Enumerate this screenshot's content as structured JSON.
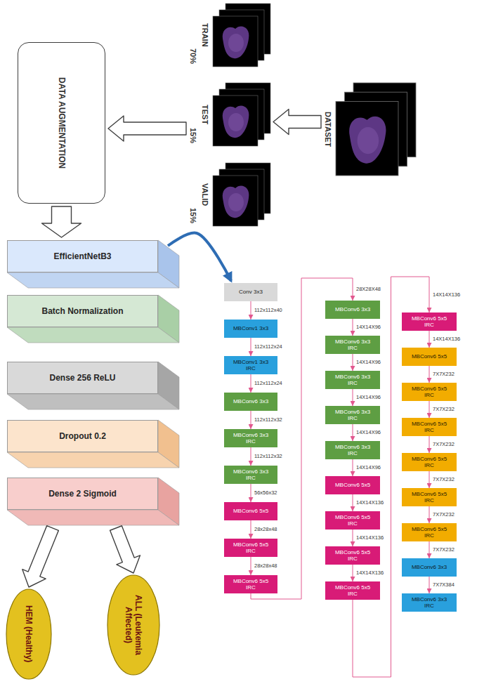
{
  "diagram": {
    "nodes": [
      {
        "text": [
          "DATASET"
        ]
      },
      {
        "text": [
          "TRAIN",
          "70%"
        ]
      },
      {
        "text": [
          "TEST",
          "15%"
        ]
      },
      {
        "text": [
          "VALID",
          "15%"
        ]
      },
      {
        "text": [
          "DATA AUGMENTATION"
        ]
      },
      {
        "text": [
          "EfficientNetB3"
        ]
      },
      {
        "text": [
          "Batch Normalization"
        ]
      },
      {
        "text": [
          "Dense 256 ReLU"
        ]
      },
      {
        "text": [
          "Dropout 0.2"
        ]
      },
      {
        "text": [
          "Dense 2 Sigmoid"
        ]
      },
      {
        "text": [
          "HEM (Healthy)"
        ]
      },
      {
        "text": [
          "ALL (Leukemia Affected)"
        ]
      },
      {
        "text": [
          "Conv 3x3"
        ]
      },
      {
        "text": [
          "MBConv1 3x3"
        ]
      },
      {
        "text": [
          "MBConv1 3x3 IRC"
        ]
      },
      {
        "text": [
          "MBConv6 3x3"
        ]
      },
      {
        "text": [
          "MBConv6 3x3 IRC"
        ]
      },
      {
        "text": [
          "MBConv6 3x3 IRC"
        ]
      },
      {
        "text": [
          "MBConv6 5x5"
        ]
      },
      {
        "text": [
          "MBConv6 5x5 IRC"
        ]
      },
      {
        "text": [
          "MBConv6 5x5 IRC"
        ]
      },
      {
        "text": [
          "MBConv6 3x3"
        ]
      },
      {
        "text": [
          "MBConv6 3x3 IRC"
        ]
      },
      {
        "text": [
          "MBConv6 3x3 IRC"
        ]
      },
      {
        "text": [
          "MBConv6 3x3 IRC"
        ]
      },
      {
        "text": [
          "MBConv6 3x3 IRC"
        ]
      },
      {
        "text": [
          "MBConv6 5x5"
        ]
      },
      {
        "text": [
          "MBConv6 5x5 IRC"
        ]
      },
      {
        "text": [
          "MBConv6 5x5 IRC"
        ]
      },
      {
        "text": [
          "MBConv6 5x5 IRC"
        ]
      },
      {
        "text": [
          "MBConv6 5x5 IRC"
        ]
      },
      {
        "text": [
          "MBConv6 5x5"
        ]
      },
      {
        "text": [
          "MBConv6 5x5 IRC"
        ]
      },
      {
        "text": [
          "MBConv6 5x5 IRC"
        ]
      },
      {
        "text": [
          "MBConv6 5x5 IRC"
        ]
      },
      {
        "text": [
          "MBConv6 5x5 IRC"
        ]
      },
      {
        "text": [
          "MBConv6 5x5 IRC"
        ]
      },
      {
        "text": [
          "MBConv6 3x3"
        ]
      },
      {
        "text": [
          "MBConv6 3x3 IRC"
        ]
      }
    ],
    "edges": [
      {
        "from": 0,
        "to": 2,
        "arrow": "to"
      },
      {
        "from": 2,
        "to": 4,
        "arrow": "to"
      },
      {
        "from": 4,
        "to": 5,
        "arrow": "to"
      },
      {
        "from": 9,
        "to": 10,
        "arrow": "to"
      },
      {
        "from": 9,
        "to": 11,
        "arrow": "to"
      },
      {
        "from": 5,
        "to": 12,
        "arrow": "to"
      },
      {
        "from": 12,
        "to": 13,
        "label": "112x112x40",
        "arrow": "to"
      },
      {
        "from": 13,
        "to": 14,
        "label": "112x112x24",
        "arrow": "to"
      },
      {
        "from": 14,
        "to": 15,
        "label": "112x112x24",
        "arrow": "to"
      },
      {
        "from": 15,
        "to": 16,
        "label": "112x112x32",
        "arrow": "to"
      },
      {
        "from": 16,
        "to": 17,
        "label": "112x112x32",
        "arrow": "to"
      },
      {
        "from": 17,
        "to": 18,
        "label": "56x56x32",
        "arrow": "to"
      },
      {
        "from": 18,
        "to": 19,
        "label": "28x28x48",
        "arrow": "to"
      },
      {
        "from": 19,
        "to": 20,
        "label": "28x28x48",
        "arrow": "to"
      },
      {
        "from": 20,
        "to": 21,
        "label": "28X28X48",
        "arrow": "to"
      },
      {
        "from": 21,
        "to": 22,
        "label": "14X14X96",
        "arrow": "to"
      },
      {
        "from": 22,
        "to": 23,
        "label": "14X14X96",
        "arrow": "to"
      },
      {
        "from": 23,
        "to": 24,
        "label": "14X14X96",
        "arrow": "to"
      },
      {
        "from": 24,
        "to": 25,
        "label": "14X14X96",
        "arrow": "to"
      },
      {
        "from": 25,
        "to": 26,
        "label": "14X14X96",
        "arrow": "to"
      },
      {
        "from": 26,
        "to": 27,
        "label": "14X14X136",
        "arrow": "to"
      },
      {
        "from": 27,
        "to": 28,
        "label": "14X14X136",
        "arrow": "to"
      },
      {
        "from": 28,
        "to": 29,
        "label": "14X14X136",
        "arrow": "to"
      },
      {
        "from": 29,
        "to": 30,
        "label": "14X14X136",
        "arrow": "to"
      },
      {
        "from": 30,
        "to": 31,
        "label": "14X14X136",
        "arrow": "to"
      },
      {
        "from": 31,
        "to": 32,
        "label": "7X7X232",
        "arrow": "to"
      },
      {
        "from": 32,
        "to": 33,
        "label": "7X7X232",
        "arrow": "to"
      },
      {
        "from": 33,
        "to": 34,
        "label": "7X7X232",
        "arrow": "to"
      },
      {
        "from": 34,
        "to": 35,
        "label": "7X7X232",
        "arrow": "to"
      },
      {
        "from": 35,
        "to": 36,
        "label": "7X7X232",
        "arrow": "to"
      },
      {
        "from": 36,
        "to": 37,
        "label": "7X7X232",
        "arrow": "to"
      },
      {
        "from": 37,
        "to": 38,
        "label": "7X7X384",
        "arrow": "to"
      }
    ]
  }
}
